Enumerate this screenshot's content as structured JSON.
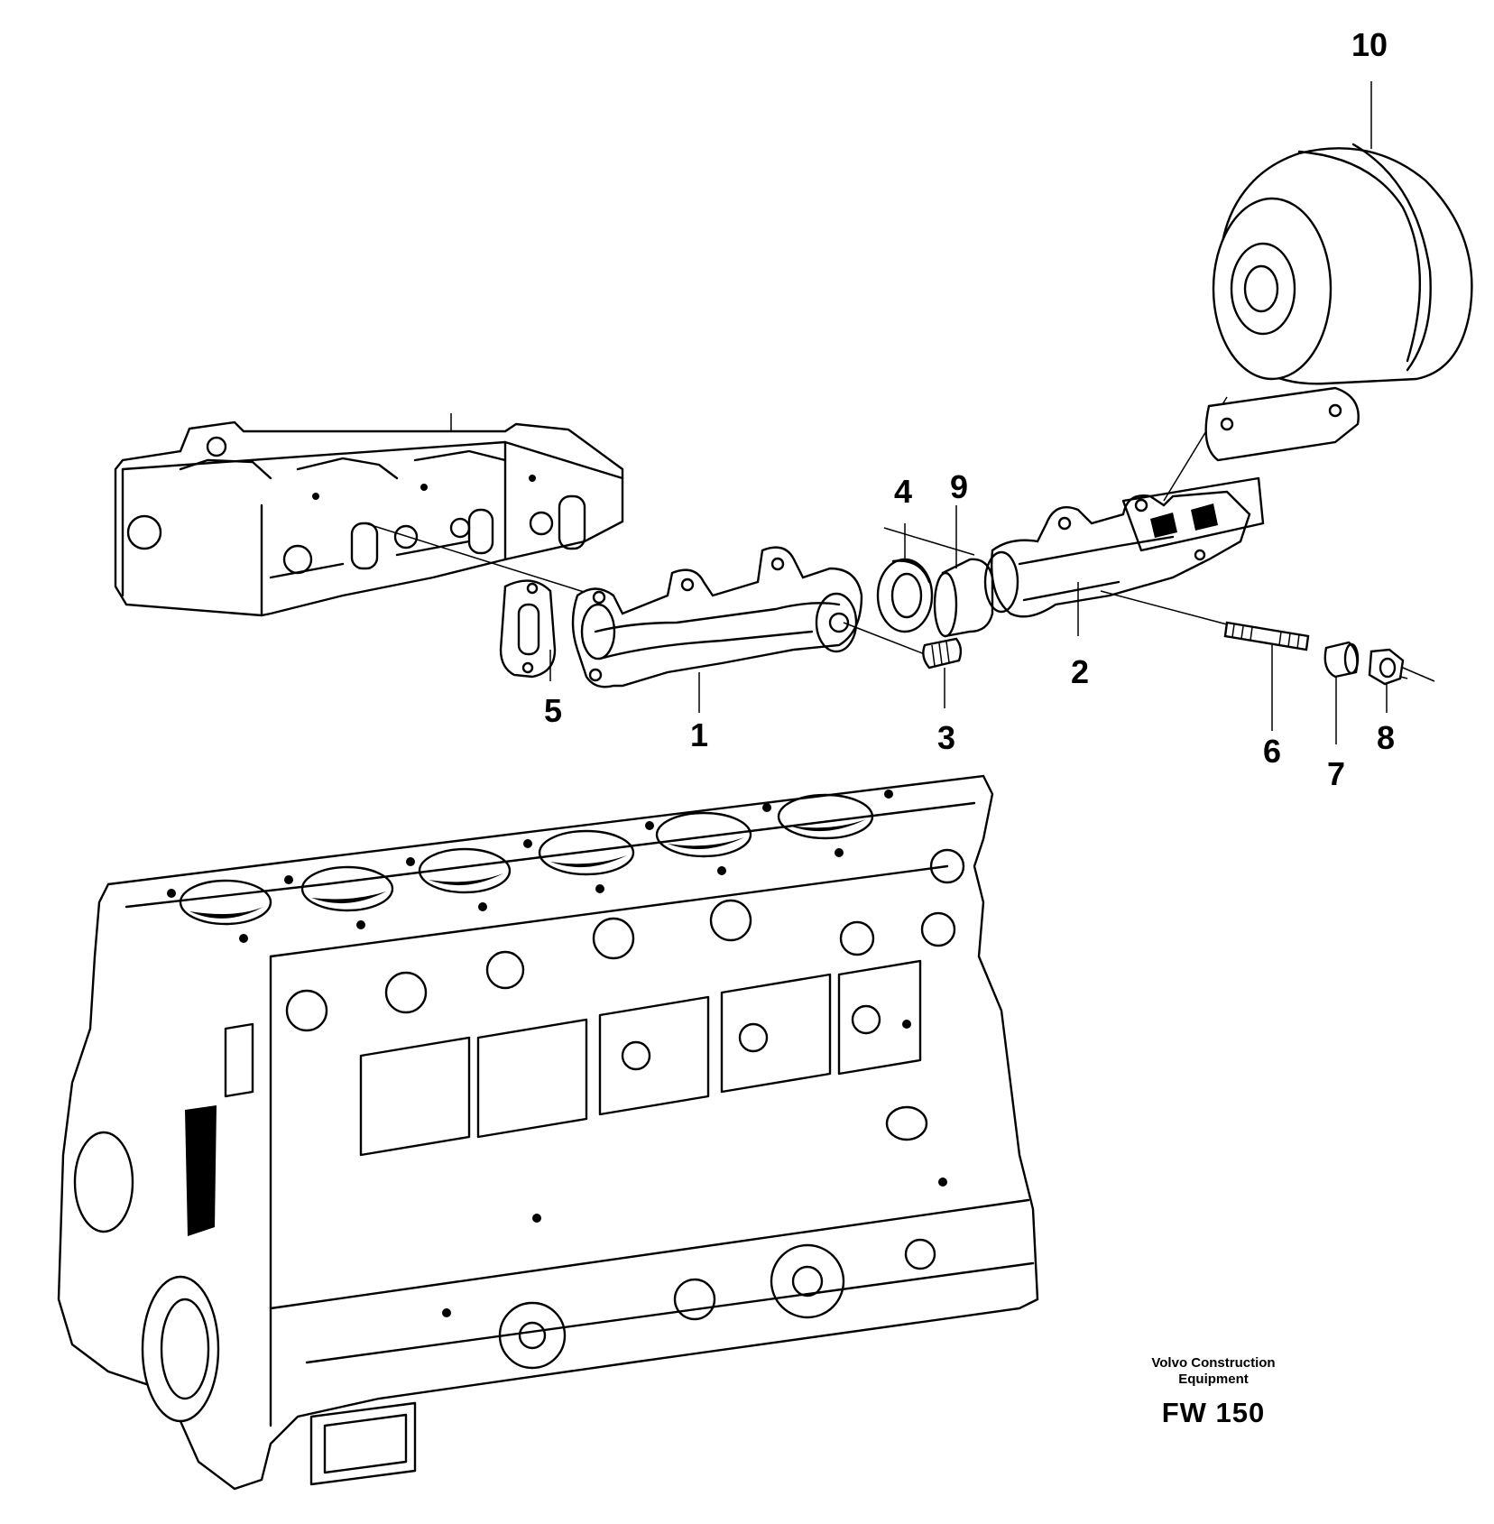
{
  "callouts": [
    {
      "id": "1",
      "text": "1"
    },
    {
      "id": "2",
      "text": "2"
    },
    {
      "id": "3",
      "text": "3"
    },
    {
      "id": "4",
      "text": "4"
    },
    {
      "id": "5",
      "text": "5"
    },
    {
      "id": "6",
      "text": "6"
    },
    {
      "id": "7",
      "text": "7"
    },
    {
      "id": "8",
      "text": "8"
    },
    {
      "id": "9",
      "text": "9"
    },
    {
      "id": "10",
      "text": "10"
    }
  ],
  "footer": {
    "brand_line1": "Volvo Construction",
    "brand_line2": "Equipment",
    "code": "FW 150"
  }
}
